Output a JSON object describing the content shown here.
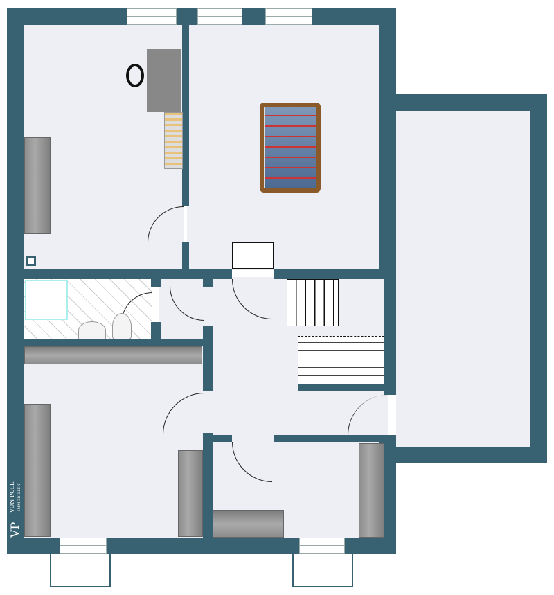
{
  "logo": {
    "mark": "VP",
    "name": "VON POLL",
    "subtitle": "IMMOBILIEN"
  },
  "colors": {
    "wall": "#386272",
    "floor": "#eeeff4",
    "wardrobe": "#9a9a9a"
  }
}
